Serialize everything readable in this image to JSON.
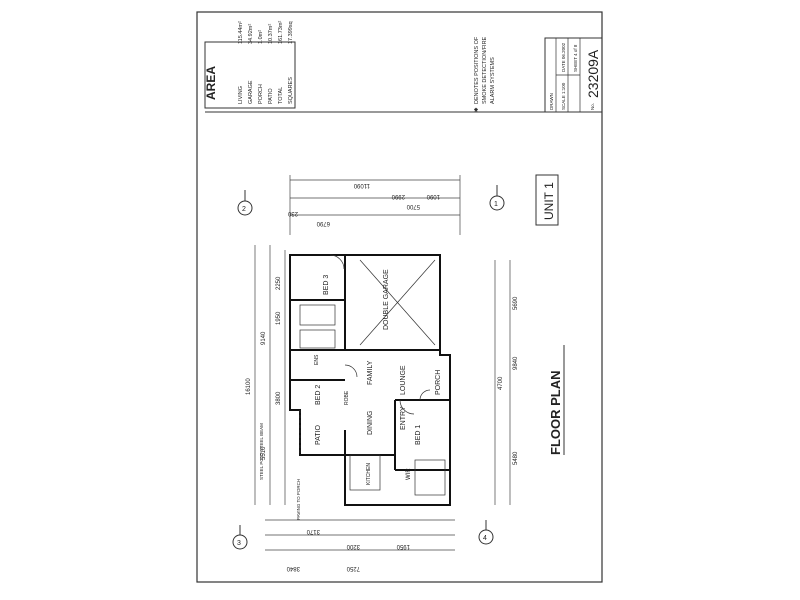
{
  "area_box": {
    "heading": "AREA",
    "rows": [
      {
        "label": "LIVING",
        "value": "115.44m²"
      },
      {
        "label": "GARAGE",
        "value": "34.92m²"
      },
      {
        "label": "PORCH",
        "value": "1.0m²"
      },
      {
        "label": "PATIO",
        "value": "10.37m²"
      },
      {
        "label": "TOTAL",
        "value": "161.73m²"
      },
      {
        "label": "SQUARES",
        "value": "17.399sq"
      }
    ]
  },
  "notes": {
    "star_note_lines": [
      "DENOTES POSITIONS OF",
      "SMOKE DETECTION/FIRE",
      "ALARM SYSTEMS"
    ]
  },
  "title_block": {
    "drawn_label": "DRAWN",
    "scale_label": "SCALE 1:100",
    "date_label": "DATE 06.2002",
    "sheet_label": "SHEET 4 of 8",
    "no_label": "No.",
    "drawing_number": "23209A"
  },
  "unit_label": "UNIT 1",
  "plan_title": "FLOOR PLAN",
  "rooms": {
    "bed3": "BED 3",
    "garage": "DOUBLE GARAGE",
    "family": "FAMILY",
    "lounge": "LOUNGE",
    "bed2": "BED 2",
    "dining": "DINING",
    "entry": "ENTRY",
    "bed1": "BED 1",
    "patio": "PATIO",
    "porch": "PORCH",
    "kitchen": "KITCHEN",
    "wir": "WIR",
    "robe": "ROBE",
    "ens": "ENS"
  },
  "grid_markers": [
    "1",
    "2",
    "3",
    "4"
  ],
  "dimensions": {
    "top_overall": "11090",
    "top_a": "6790",
    "top_b": "5700",
    "top_c": "2990",
    "top_d": "1090",
    "top_e": "230",
    "left_overall": "16100",
    "left_a": "9140",
    "left_b": "5510",
    "left_c": "2250",
    "left_d": "1950",
    "left_e": "3800",
    "right_a": "9840",
    "right_b": "5480",
    "right_c": "4700",
    "right_d": "5690",
    "bottom_overall": "7250",
    "bottom_a": "3840",
    "bottom_b": "3170",
    "bottom_c": "3200",
    "bottom_d": "1950"
  },
  "side_notes": {
    "steel_post": "STEEL POST STEEL BEAM",
    "paving": "PAVING TO PORCH"
  }
}
